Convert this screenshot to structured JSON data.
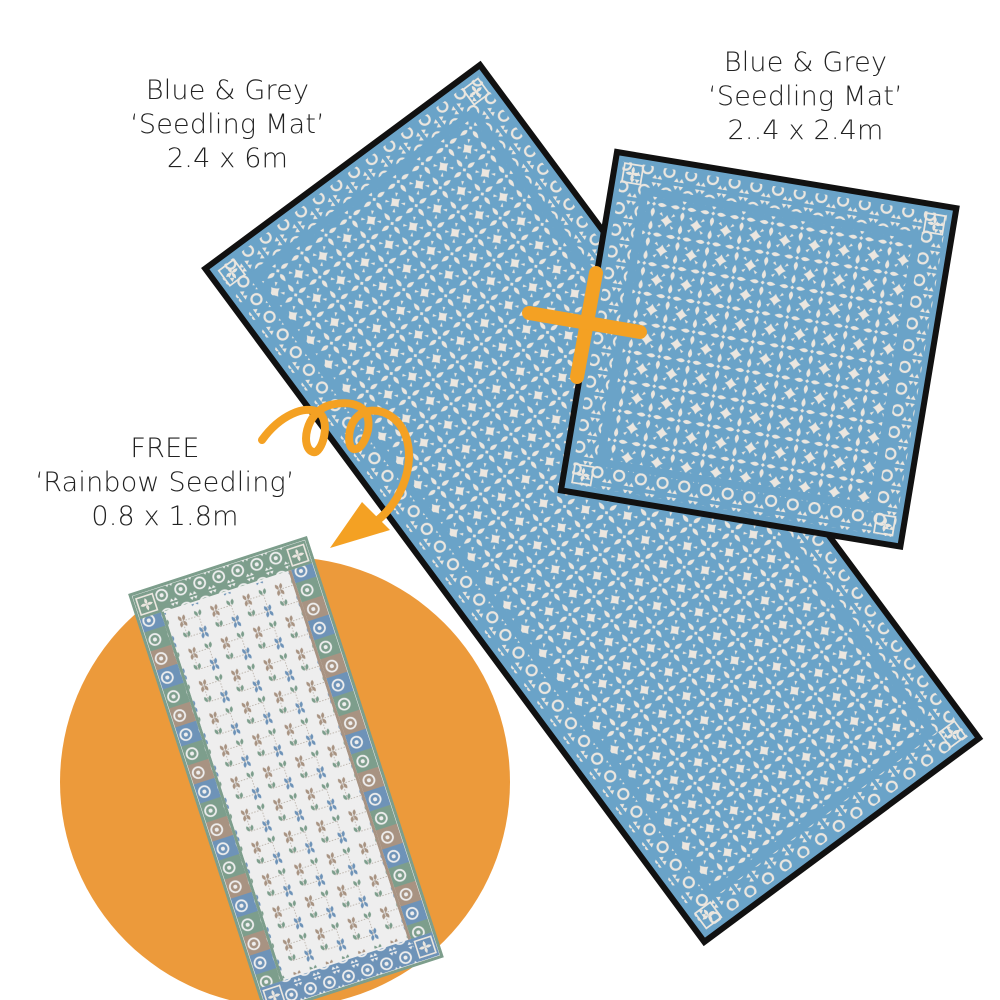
{
  "colors": {
    "background": "#ffffff",
    "mat_blue": "#6aa3c8",
    "mat_cream": "#ebe6df",
    "mat_outline": "#111111",
    "orange_accent": "#f4a123",
    "orange_circle": "#ec9a3b",
    "rainbow_green": "#7d9e8c",
    "rainbow_brown": "#a89382",
    "rainbow_blue": "#6e93b8",
    "rainbow_base": "#eeeeee",
    "text": "#222222"
  },
  "labels": {
    "large_mat": {
      "line1": "Blue & Grey",
      "line2": "‘Seedling Mat’",
      "line3": "2.4 x 6m"
    },
    "square_mat": {
      "line1": "Blue & Grey",
      "line2": "‘Seedling Mat’",
      "line3": "2..4 x 2.4m"
    },
    "free_mat": {
      "line1": "FREE",
      "line2": "‘Rainbow Seedling’",
      "line3": "0.8 x 1.8m"
    }
  },
  "items": [
    {
      "name": "Blue & Grey Seedling Mat",
      "size": "2.4 x 6m",
      "pattern": "blue-grey-seedling"
    },
    {
      "name": "Blue & Grey Seedling Mat",
      "size": "2..4 x 2.4m",
      "pattern": "blue-grey-seedling"
    },
    {
      "name": "Rainbow Seedling",
      "size": "0.8 x 1.8m",
      "price": "FREE",
      "pattern": "rainbow-seedling"
    }
  ],
  "icons": {
    "plus": "plus-icon",
    "arrow": "curly-arrow-icon"
  }
}
